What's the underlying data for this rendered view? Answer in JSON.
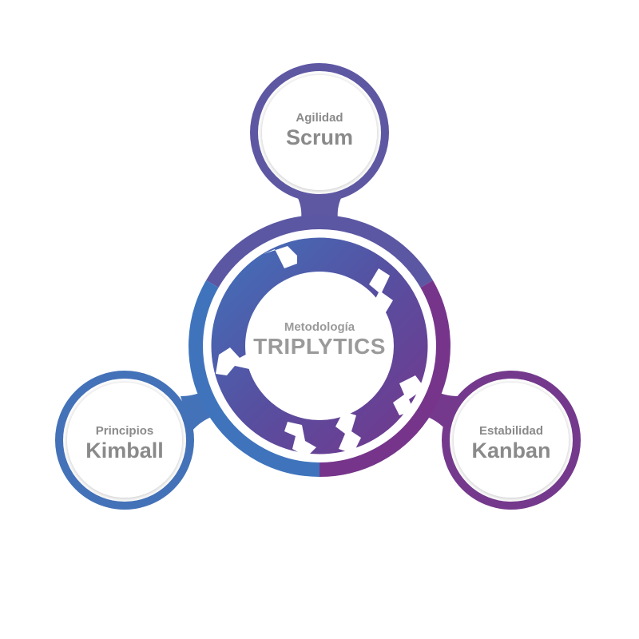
{
  "center": {
    "subtitle": "Metodología",
    "title": "TRIPLYTICS"
  },
  "nodes": {
    "top": {
      "subtitle": "Agilidad",
      "title": "Scrum",
      "color": "#5e58a3"
    },
    "left": {
      "subtitle": "Principios",
      "title": "Kimball",
      "color": "#4472b8"
    },
    "right": {
      "subtitle": "Estabilidad",
      "title": "Kanban",
      "color": "#74398c"
    }
  },
  "colors": {
    "blue": "#3f74bd",
    "indigo": "#5b57a3",
    "purple": "#76358b",
    "text": "#8a8a8a"
  }
}
